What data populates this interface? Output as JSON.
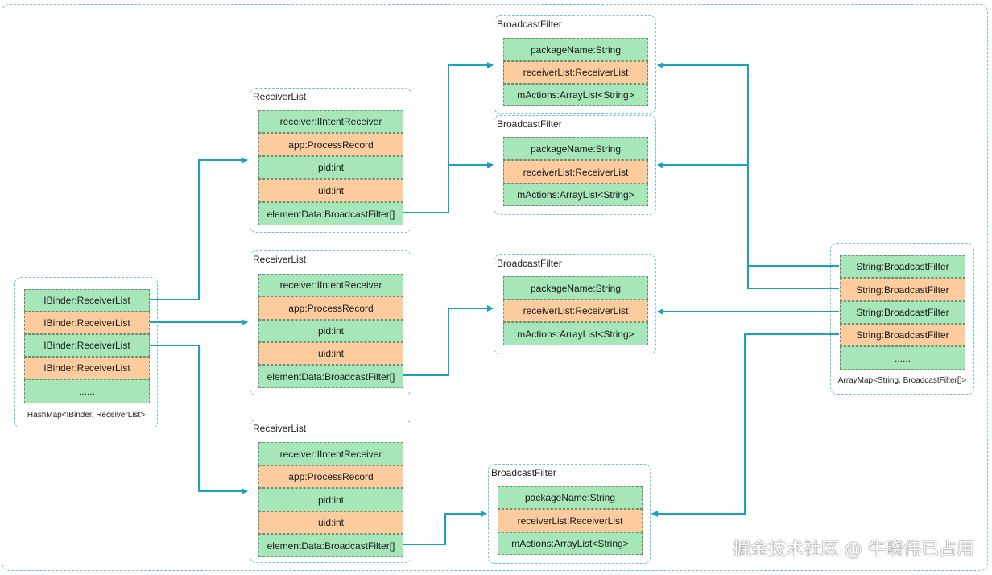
{
  "hashmap": {
    "caption": "HashMap<IBinder, ReceiverList>",
    "cells": [
      "IBinder:ReceiverList",
      "IBinder:ReceiverList",
      "IBinder:ReceiverList",
      "IBinder:ReceiverList",
      "......"
    ]
  },
  "receiver_lists": [
    {
      "title": "ReceiverList",
      "cells": [
        "receiver:IIntentReceiver",
        "app:ProcessRecord",
        "pid:int",
        "uid:int",
        "elementData:BroadcastFilter[]"
      ]
    },
    {
      "title": "ReceiverList",
      "cells": [
        "receiver:IIntentReceiver",
        "app:ProcessRecord",
        "pid:int",
        "uid:int",
        "elementData:BroadcastFilter[]"
      ]
    },
    {
      "title": "ReceiverList",
      "cells": [
        "receiver:IIntentReceiver",
        "app:ProcessRecord",
        "pid:int",
        "uid:int",
        "elementData:BroadcastFilter[]"
      ]
    }
  ],
  "broadcast_filters": [
    {
      "title": "BroadcastFilter",
      "cells": [
        "packageName:String",
        "receiverList:ReceiverList",
        "mActions:ArrayList<String>"
      ]
    },
    {
      "title": "BroadcastFilter",
      "cells": [
        "packageName:String",
        "receiverList:ReceiverList",
        "mActions:ArrayList<String>"
      ]
    },
    {
      "title": "BroadcastFilter",
      "cells": [
        "packageName:String",
        "receiverList:ReceiverList",
        "mActions:ArrayList<String>"
      ]
    },
    {
      "title": "BroadcastFilter",
      "cells": [
        "packageName:String",
        "receiverList:ReceiverList",
        "mActions:ArrayList<String>"
      ]
    }
  ],
  "arraymap": {
    "caption": "ArrayMap<String, BroadcastFilter[]>",
    "cells": [
      "String:BroadcastFilter",
      "String:BroadcastFilter",
      "String:BroadcastFilter",
      "String:BroadcastFilter",
      "......"
    ]
  },
  "colors": {
    "green": "#a6e6b9",
    "orange": "#fccb9e",
    "arrow": "#1aa3bf",
    "border": "#6fc3d6"
  },
  "watermark": "掘金技术社区 @ 牛晓伟已占用"
}
